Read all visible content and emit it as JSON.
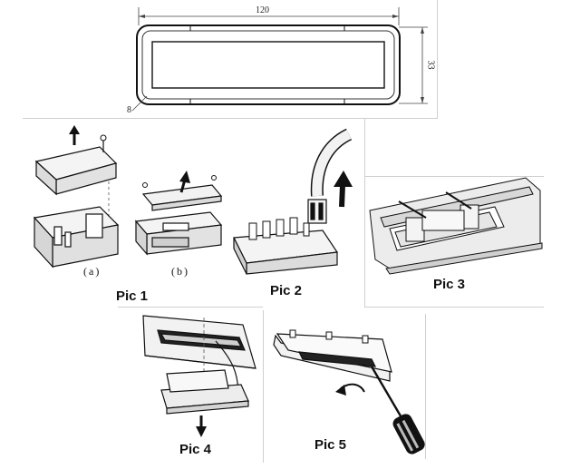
{
  "dimensions": {
    "width_label": "120",
    "height_label": "33",
    "radius_label": "8"
  },
  "captions": {
    "pic1": "Pic 1",
    "pic2": "Pic 2",
    "pic3": "Pic 3",
    "pic4": "Pic 4",
    "pic5": "Pic 5"
  },
  "sublabels": {
    "a": "(a)",
    "b": "(b)"
  }
}
